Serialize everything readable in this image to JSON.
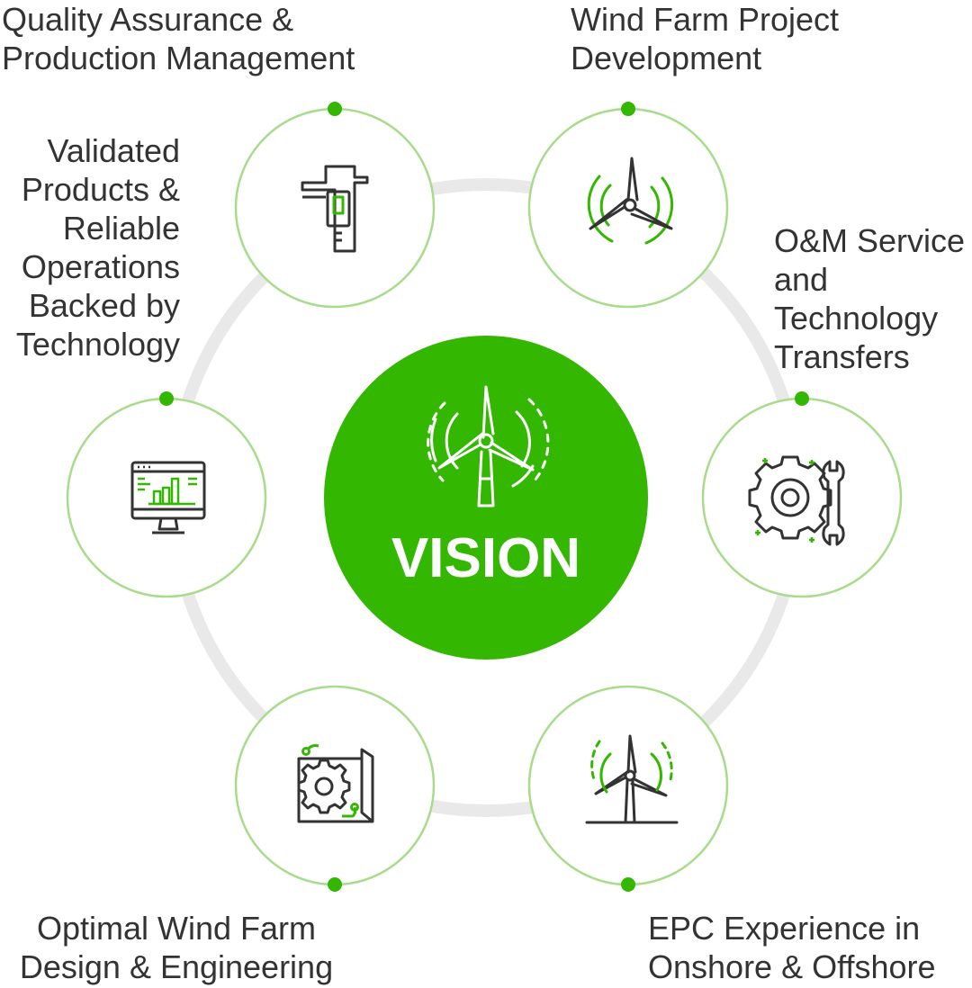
{
  "colors": {
    "brand_green": "#33b700",
    "light_green": "#a8dc8c",
    "ring_gray": "#e9e9e9",
    "icon_dark": "#333333",
    "text_dark": "#333333"
  },
  "center": {
    "title": "VISION",
    "icon": "wind-turbine-icon"
  },
  "nodes": [
    {
      "id": "qa",
      "label": "Quality  Assurance &\nProduction  Management",
      "icon": "caliper-icon"
    },
    {
      "id": "wind-farm",
      "label": "Wind Farm Project\nDevelopment",
      "icon": "wind-turbine-icon"
    },
    {
      "id": "om",
      "label": "O&M Service\nand\nTechnology\nTransfers",
      "icon": "gear-wrench-icon"
    },
    {
      "id": "epc",
      "label": "EPC Experience in\nOnshore & Offshore",
      "icon": "onshore-turbine-icon"
    },
    {
      "id": "design",
      "label": "Optimal Wind Farm\nDesign & Engineering",
      "icon": "blueprint-gear-icon"
    },
    {
      "id": "validated",
      "label": "Validated\nProducts &\nReliable\nOperations\nBacked by\nTechnology",
      "icon": "monitor-chart-icon"
    }
  ]
}
